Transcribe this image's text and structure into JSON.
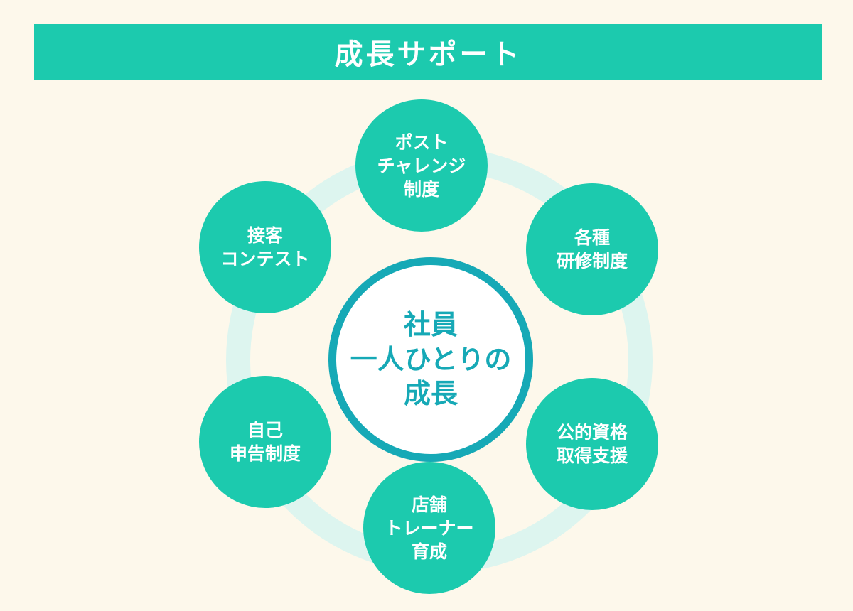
{
  "header": {
    "title": "成長サポート"
  },
  "center": {
    "lines": [
      "社員",
      "一人ひとりの",
      "成長"
    ]
  },
  "nodes": [
    {
      "lines": [
        "ポスト",
        "チャレンジ",
        "制度"
      ]
    },
    {
      "lines": [
        "各種",
        "研修制度"
      ]
    },
    {
      "lines": [
        "公的資格",
        "取得支援"
      ]
    },
    {
      "lines": [
        "店舗",
        "トレーナー",
        "育成"
      ]
    },
    {
      "lines": [
        "自己",
        "申告制度"
      ]
    },
    {
      "lines": [
        "接客",
        "コンテスト"
      ]
    }
  ],
  "colors": {
    "accent": "#1ccaae",
    "center_ring": "#16a9b6",
    "background": "#fdf8eb",
    "ring": "#ddf5ef"
  }
}
